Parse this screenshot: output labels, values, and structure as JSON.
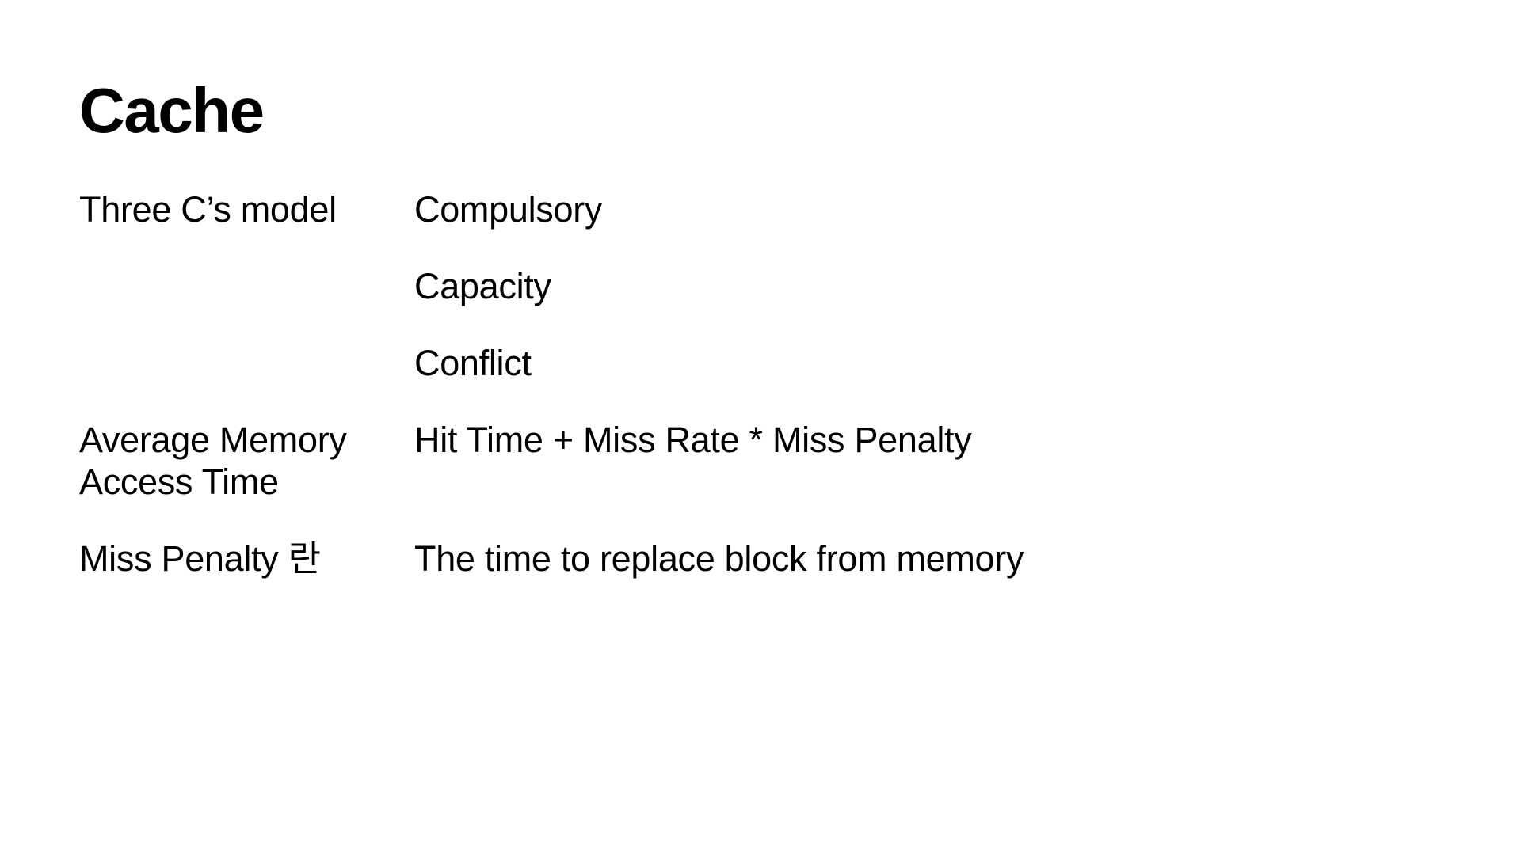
{
  "page": {
    "background_color": "#ffffff",
    "text_color": "#000000"
  },
  "title": "Cache",
  "rows": [
    {
      "term": "Three C’s model",
      "definition": "Compulsory"
    },
    {
      "term": "",
      "definition": "Capacity"
    },
    {
      "term": "",
      "definition": "Conflict"
    },
    {
      "term": "Average Memory Access Time",
      "definition": "Hit Time + Miss Rate * Miss Penalty"
    },
    {
      "term": "Miss Penalty 란",
      "definition": "The time to replace block from memory"
    }
  ]
}
